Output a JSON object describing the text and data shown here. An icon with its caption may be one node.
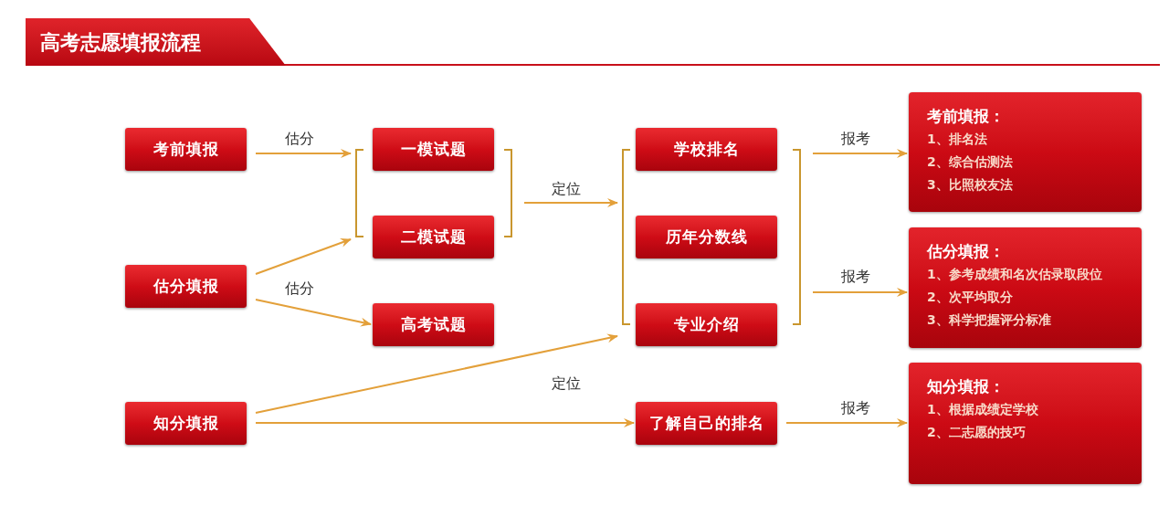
{
  "diagram": {
    "title": "高考志愿填报流程",
    "nodes": [
      {
        "text": [
          "考前填报"
        ]
      },
      {
        "text": [
          "估分填报"
        ]
      },
      {
        "text": [
          "知分填报"
        ]
      },
      {
        "text": [],
        "shape": "bracket"
      },
      {
        "text": [
          "一模试题"
        ],
        "in": 3
      },
      {
        "text": [
          "二模试题"
        ],
        "in": 3
      },
      {
        "text": [
          "高考试题"
        ]
      },
      {
        "text": [],
        "shape": "bracket"
      },
      {
        "text": [
          "学校排名"
        ],
        "in": 7
      },
      {
        "text": [
          "历年分数线"
        ],
        "in": 7
      },
      {
        "text": [
          "专业介绍"
        ],
        "in": 7
      },
      {
        "text": [
          "了解自己的排名"
        ]
      },
      {
        "text": [
          "考前填报：",
          "1、排名法",
          "2、综合估测法",
          "3、比照校友法"
        ]
      },
      {
        "text": [
          "估分填报：",
          "1、参考成绩和名次估录取段位",
          "2、次平均取分",
          "3、科学把握评分标准"
        ]
      },
      {
        "text": [
          "知分填报：",
          "1、根据成绩定学校",
          "2、二志愿的技巧"
        ]
      }
    ],
    "edges": [
      {
        "from": 0,
        "to": 3,
        "arrow": "to",
        "label": "估分"
      },
      {
        "from": 1,
        "to": 3,
        "arrow": "to"
      },
      {
        "from": 1,
        "to": 6,
        "arrow": "to",
        "label": "估分"
      },
      {
        "from": 3,
        "to": 7,
        "arrow": "to",
        "label": "定位"
      },
      {
        "from": 2,
        "to": 7,
        "arrow": "to"
      },
      {
        "from": 2,
        "to": 11,
        "arrow": "to",
        "label": "定位"
      },
      {
        "from": 7,
        "to": 12,
        "arrow": "to",
        "label": "报考"
      },
      {
        "from": 7,
        "to": 13,
        "arrow": "to",
        "label": "报考"
      },
      {
        "from": 11,
        "to": 14,
        "arrow": "to",
        "label": "报考"
      }
    ]
  }
}
